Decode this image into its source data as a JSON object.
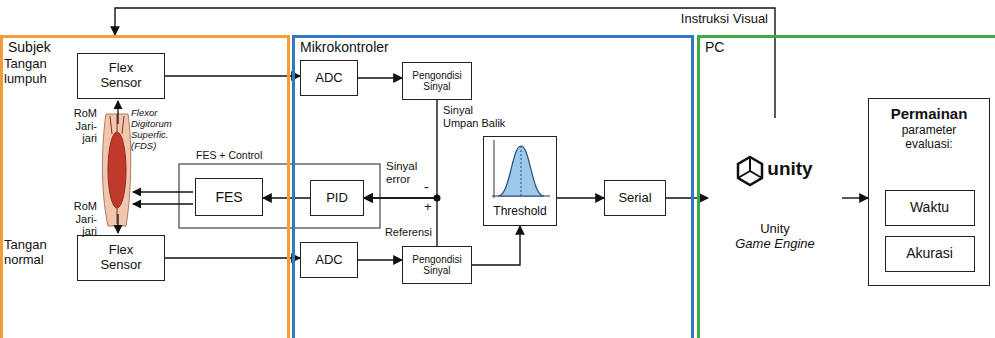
{
  "diagram": {
    "nodes": [
      {
        "text": [
          "Subjek"
        ]
      },
      {
        "text": [
          "Flex Sensor"
        ],
        "in": 0
      },
      {
        "text": [
          "FES"
        ],
        "in": 0
      },
      {
        "text": [
          "Flex Sensor"
        ],
        "in": 0
      },
      {
        "text": [
          "Mikrokontroler"
        ]
      },
      {
        "text": [
          "ADC"
        ],
        "in": 4
      },
      {
        "text": [
          "Pengondisi Sinyal"
        ],
        "in": 4
      },
      {
        "text": [
          "PID"
        ],
        "in": 4
      },
      {
        "text": [
          "Threshold"
        ],
        "in": 4
      },
      {
        "text": [
          "Serial"
        ],
        "in": 4
      },
      {
        "text": [
          "ADC"
        ],
        "in": 4
      },
      {
        "text": [
          "Pengondisi Sinyal"
        ],
        "in": 4
      },
      {
        "text": [
          "PC"
        ]
      },
      {
        "text": [
          "unity",
          "Unity",
          "Game Engine"
        ],
        "in": 12
      },
      {
        "text": [
          "Permainan",
          "parameter evaluasi:"
        ],
        "in": 12
      },
      {
        "text": [
          "Waktu"
        ],
        "in": 14
      },
      {
        "text": [
          "Akurasi"
        ],
        "in": 14
      }
    ],
    "edges": [
      {
        "from": 1,
        "to": 5,
        "arrow": "to"
      },
      {
        "from": 5,
        "to": 6,
        "arrow": "to"
      },
      {
        "from": 6,
        "to": 7,
        "label": "Sinyal Umpan Balik",
        "arrow": "to"
      },
      {
        "from": 11,
        "to": 7,
        "label": "Referensi",
        "arrow": "to"
      },
      {
        "from": 7,
        "to": 2,
        "arrow": "to"
      },
      {
        "from": 3,
        "to": 10,
        "arrow": "to"
      },
      {
        "from": 10,
        "to": 11,
        "arrow": "to"
      },
      {
        "from": 11,
        "to": 8,
        "arrow": "to"
      },
      {
        "from": 8,
        "to": 9,
        "arrow": "to"
      },
      {
        "from": 9,
        "to": 13,
        "arrow": "to"
      },
      {
        "from": 13,
        "to": 14,
        "arrow": "to"
      },
      {
        "from": 13,
        "to": 0,
        "label": "Instruksi Visual",
        "arrow": "to"
      }
    ],
    "labels": [
      "Tangan lumpuh",
      "RoM Jari-jari",
      "Flexor Digitorum Superfic. (FDS)",
      "FES + Control",
      "Sinyal error",
      "-",
      "+",
      "RoM Jari-jari",
      "Tangan normal"
    ]
  }
}
